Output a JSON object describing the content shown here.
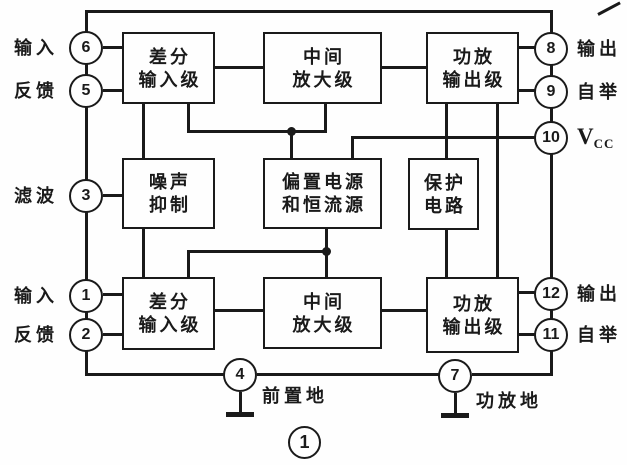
{
  "colors": {
    "ink": "#1a1a1a",
    "paper": "#fefefe"
  },
  "blocks": {
    "diff_top": {
      "line1": "差分",
      "line2": "输入级"
    },
    "mid_top": {
      "line1": "中间",
      "line2": "放大级"
    },
    "power_top": {
      "line1": "功放",
      "line2": "输出级"
    },
    "noise": {
      "line1": "噪声",
      "line2": "抑制"
    },
    "bias": {
      "line1": "偏置电源",
      "line2": "和恒流源"
    },
    "protect": {
      "line1": "保护",
      "line2": "电路"
    },
    "diff_bot": {
      "line1": "差分",
      "line2": "输入级"
    },
    "mid_bot": {
      "line1": "中间",
      "line2": "放大级"
    },
    "power_bot": {
      "line1": "功放",
      "line2": "输出级"
    }
  },
  "pins": {
    "p6": {
      "number": "6",
      "label": "输入"
    },
    "p5": {
      "number": "5",
      "label": "反馈"
    },
    "p3": {
      "number": "3",
      "label": "滤波"
    },
    "p1": {
      "number": "1",
      "label": "输入"
    },
    "p2": {
      "number": "2",
      "label": "反馈"
    },
    "p8": {
      "number": "8",
      "label": "输出"
    },
    "p9": {
      "number": "9",
      "label": "自举"
    },
    "p10": {
      "number": "10",
      "label": "V",
      "label_sub": "CC"
    },
    "p12": {
      "number": "12",
      "label": "输出"
    },
    "p11": {
      "number": "11",
      "label": "自举"
    },
    "p4": {
      "number": "4",
      "label": "前置地"
    },
    "p7": {
      "number": "7",
      "label": "功放地"
    }
  },
  "caption": {
    "number": "1"
  }
}
